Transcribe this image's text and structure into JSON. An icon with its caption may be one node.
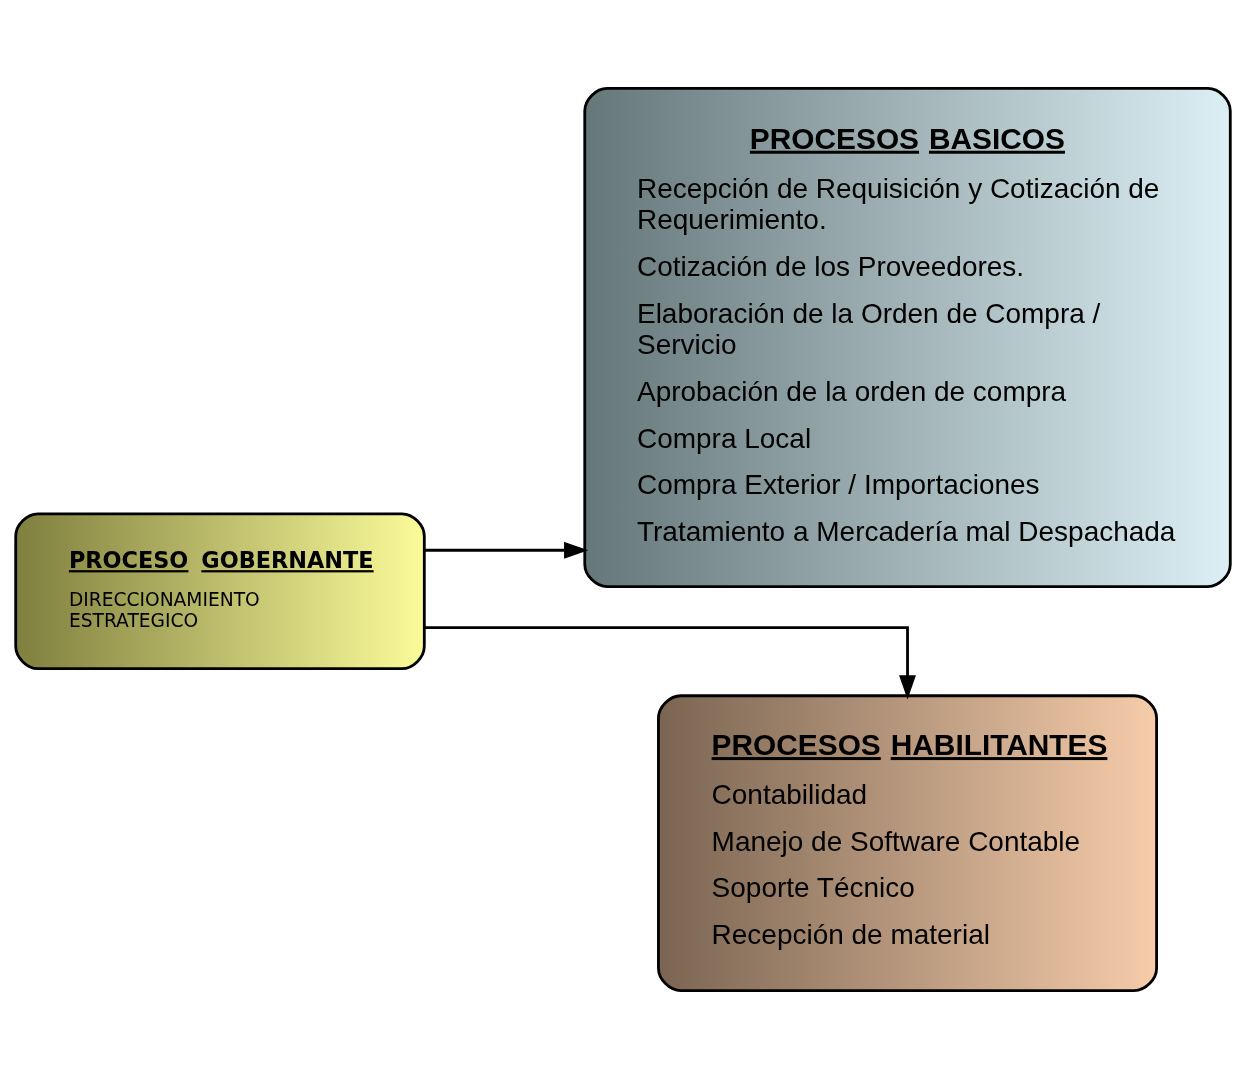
{
  "diagram": {
    "nodes": [
      {
        "text": [
          "PROCESO GOBERNANTE",
          "DIRECCIONAMIENTO ESTRATEGICO"
        ]
      },
      {
        "text": [
          "PROCESOS BASICOS",
          "Recepción de Requisición y Cotización de Requerimiento.",
          "Cotización de los Proveedores.",
          "Elaboración de la Orden de Compra / Servicio",
          "Aprobación de la orden de compra",
          "Compra Local",
          "Compra Exterior / Importaciones",
          "Tratamiento a Mercadería mal Despachada"
        ]
      },
      {
        "text": [
          "PROCESOS HABILITANTES",
          "Contabilidad",
          "Manejo de Software Contable",
          "Soporte Técnico",
          "Recepción de material"
        ]
      }
    ],
    "edges": [
      {
        "from": 0,
        "to": 1,
        "arrow": "to"
      },
      {
        "from": 0,
        "to": 2,
        "arrow": "to"
      }
    ]
  }
}
